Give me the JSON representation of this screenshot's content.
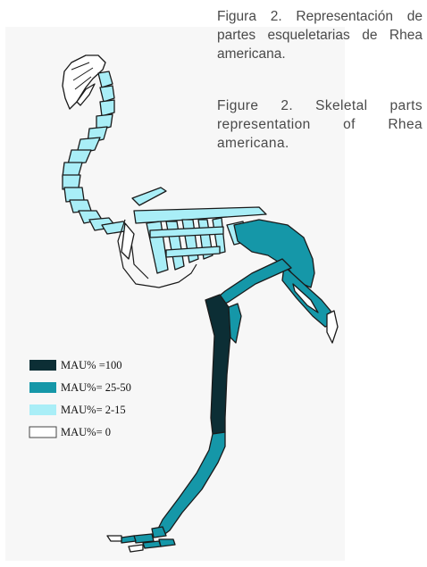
{
  "caption": {
    "spanish": "Figura 2. Representación de partes esqueletarias de Rhea americana.",
    "english": "Figure 2. Skeletal parts representation of Rhea americana."
  },
  "legend": [
    {
      "label": "MAU% =100",
      "color": "#0c2e35"
    },
    {
      "label": "MAU%= 25-50",
      "color": "#1597a8"
    },
    {
      "label": "MAU%= 2-15",
      "color": "#a9eef7"
    },
    {
      "label": "MAU%= 0",
      "color": "#ffffff"
    }
  ],
  "colors": {
    "outline": "#1a1a1a",
    "background": "#f7f7f7"
  }
}
